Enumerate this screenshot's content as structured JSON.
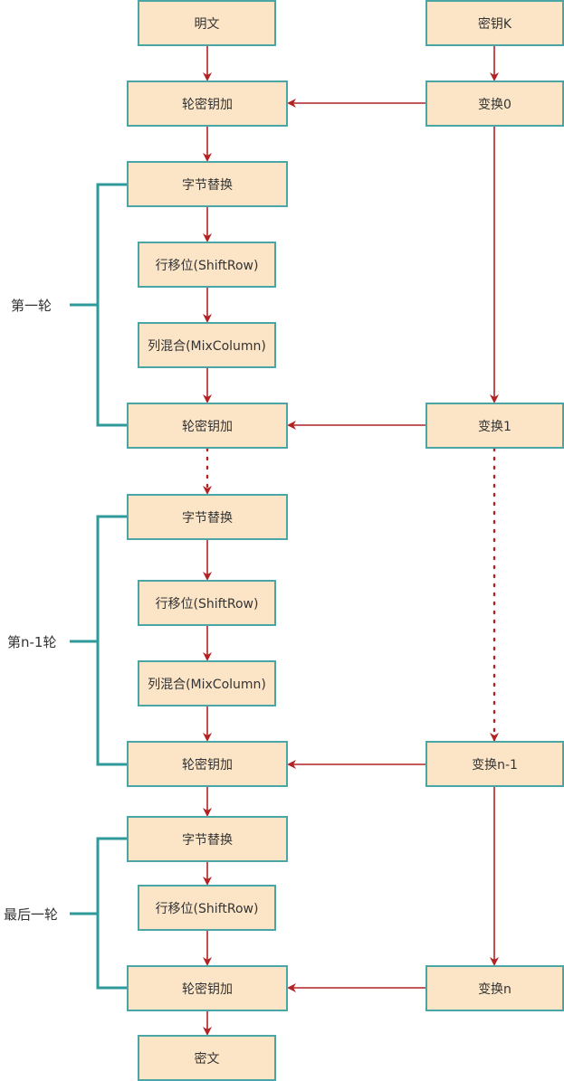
{
  "colors": {
    "box_fill": "#fce5c7",
    "box_border": "#4aa5a5",
    "arrow": "#b22222",
    "bracket": "#2e9a9a",
    "text": "#333333"
  },
  "left_column": {
    "plaintext": "明文",
    "initial_add_round_key": "轮密钥加",
    "round1": {
      "sub_bytes": "字节替换",
      "shift_rows": "行移位(ShiftRow)",
      "mix_columns": "列混合(MixColumn)",
      "add_round_key": "轮密钥加"
    },
    "round_n_minus_1": {
      "sub_bytes": "字节替换",
      "shift_rows": "行移位(ShiftRow)",
      "mix_columns": "列混合(MixColumn)",
      "add_round_key": "轮密钥加"
    },
    "final_round": {
      "sub_bytes": "字节替换",
      "shift_rows": "行移位(ShiftRow)",
      "add_round_key": "轮密钥加"
    },
    "ciphertext": "密文"
  },
  "right_column": {
    "key": "密钥K",
    "transform_0": "变换0",
    "transform_1": "变换1",
    "transform_n_minus_1": "变换n-1",
    "transform_n": "变换n"
  },
  "round_labels": {
    "round1": "第一轮",
    "round_n_minus_1": "第n-1轮",
    "final_round": "最后一轮"
  }
}
